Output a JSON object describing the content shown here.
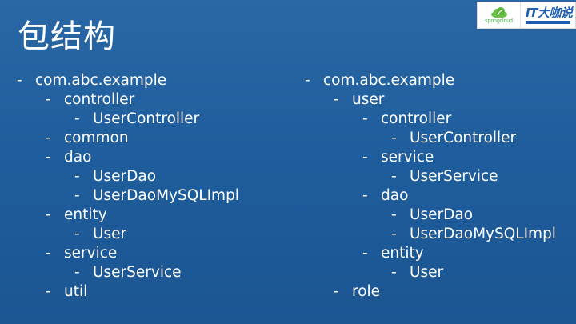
{
  "slide": {
    "title": "包结构"
  },
  "logos": {
    "spring_text": "springcloud",
    "it_text": "IT大咖说"
  },
  "left_tree": [
    {
      "level": 0,
      "text": "com.abc.example"
    },
    {
      "level": 1,
      "text": "controller"
    },
    {
      "level": 2,
      "text": "UserController"
    },
    {
      "level": 1,
      "text": "common"
    },
    {
      "level": 1,
      "text": "dao"
    },
    {
      "level": 2,
      "text": "UserDao"
    },
    {
      "level": 2,
      "text": "UserDaoMySQLImpl"
    },
    {
      "level": 1,
      "text": "entity"
    },
    {
      "level": 2,
      "text": "User"
    },
    {
      "level": 1,
      "text": "service"
    },
    {
      "level": 2,
      "text": "UserService"
    },
    {
      "level": 1,
      "text": "util"
    }
  ],
  "right_tree": [
    {
      "level": 0,
      "text": "com.abc.example"
    },
    {
      "level": 1,
      "text": "user"
    },
    {
      "level": 2,
      "text": "controller"
    },
    {
      "level": 3,
      "text": "UserController"
    },
    {
      "level": 2,
      "text": "service"
    },
    {
      "level": 3,
      "text": "UserService"
    },
    {
      "level": 2,
      "text": "dao"
    },
    {
      "level": 3,
      "text": "UserDao"
    },
    {
      "level": 3,
      "text": "UserDaoMySQLImpl"
    },
    {
      "level": 2,
      "text": "entity"
    },
    {
      "level": 3,
      "text": "User"
    },
    {
      "level": 1,
      "text": "role"
    }
  ],
  "bullet": "-"
}
